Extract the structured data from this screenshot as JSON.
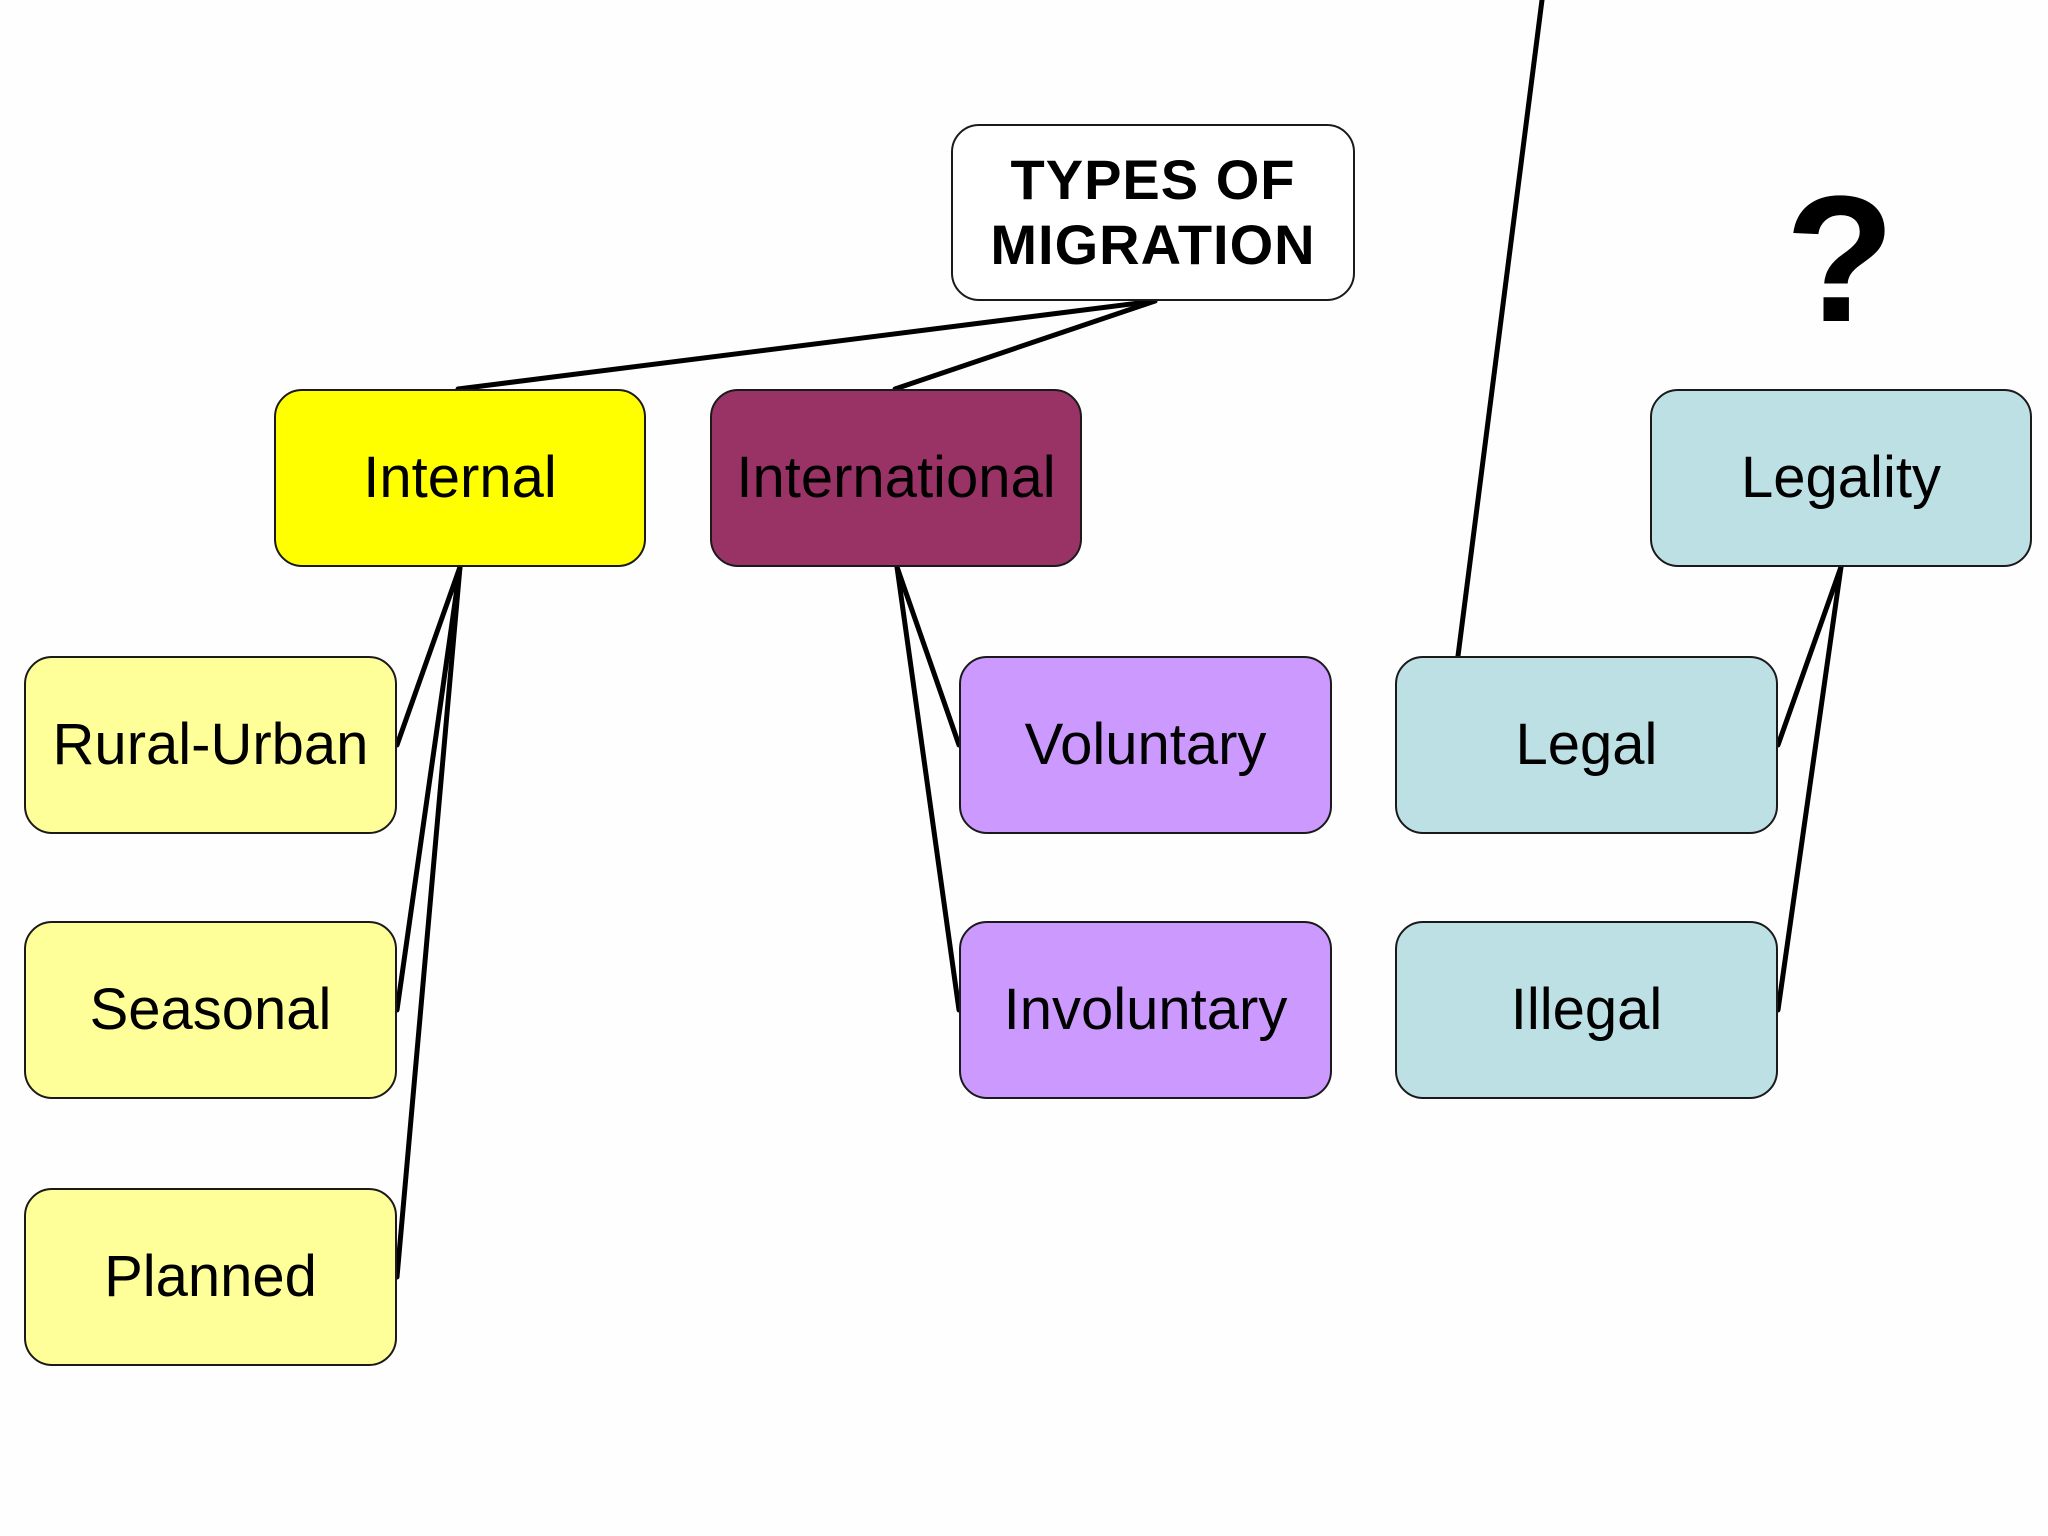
{
  "diagram": {
    "root": {
      "label": "TYPES OF\nMIGRATION",
      "color": "#ffffff"
    },
    "categories": [
      {
        "key": "internal",
        "label": "Internal",
        "color": "#ffff00",
        "children": [
          {
            "label": "Rural-Urban",
            "color": "#ffff99"
          },
          {
            "label": "Seasonal",
            "color": "#ffff99"
          },
          {
            "label": "Planned",
            "color": "#ffff99"
          }
        ]
      },
      {
        "key": "international",
        "label": "International",
        "color": "#993366",
        "children": [
          {
            "label": "Voluntary",
            "color": "#cc99ff"
          },
          {
            "label": "Involuntary",
            "color": "#cc99ff"
          }
        ]
      },
      {
        "key": "legality",
        "label": "Legality",
        "color": "#bde0e4",
        "children": [
          {
            "label": "Legal",
            "color": "#bde0e4"
          },
          {
            "label": "Illegal",
            "color": "#bde0e4"
          }
        ]
      }
    ],
    "annotation": "?",
    "line_color": "#000000"
  }
}
